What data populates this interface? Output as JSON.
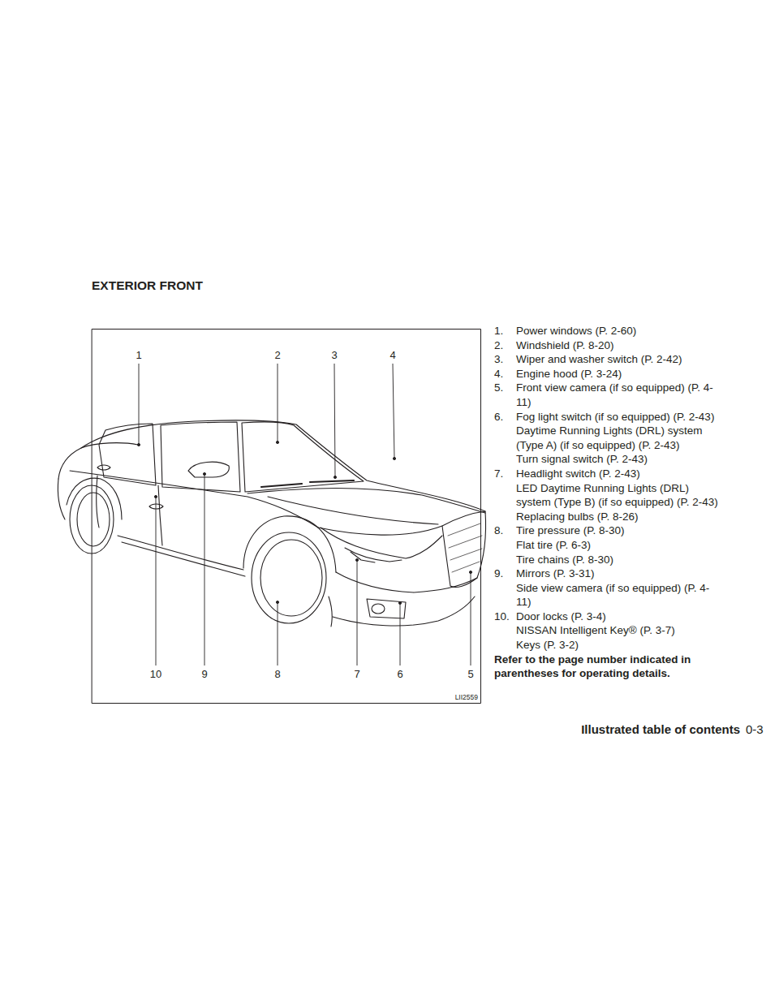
{
  "diagram": {
    "title": "EXTERIOR FRONT",
    "labels": [
      "1",
      "2",
      "3",
      "4",
      "10",
      "9",
      "8",
      "7",
      "6",
      "5",
      "LII2559",
      "1.",
      "Power windows (P. 2-60)",
      "2.",
      "Windshield (P. 8-20)",
      "3.",
      "Wiper and washer switch (P. 2-42)",
      "4.",
      "Engine hood (P. 3-24)",
      "5.",
      "Front view camera (if so equipped) (P. 4-11)",
      "6.",
      "Fog light switch (if so equipped) (P. 2-43)",
      "Daytime Running Lights (DRL) system (Type A) (if so equipped) (P. 2-43)",
      "Turn signal switch (P. 2-43)",
      "7.",
      "Headlight switch (P. 2-43)",
      "LED Daytime Running Lights (DRL) system (Type B) (if so equipped) (P. 2-43)",
      "Replacing bulbs (P. 8-26)",
      "8.",
      "Tire pressure (P. 8-30)",
      "Flat tire (P. 6-3)",
      "Tire chains (P. 8-30)",
      "9.",
      "Mirrors (P. 3-31)",
      "Side view camera (if so equipped) (P. 4-11)",
      "10.",
      "Door locks (P. 3-4)",
      "NISSAN Intelligent Key® (P. 3-7)",
      "Keys (P. 3-2)",
      "Refer to the page number indicated in parentheses for operating details.",
      "Illustrated table of contents",
      "0-3"
    ]
  }
}
